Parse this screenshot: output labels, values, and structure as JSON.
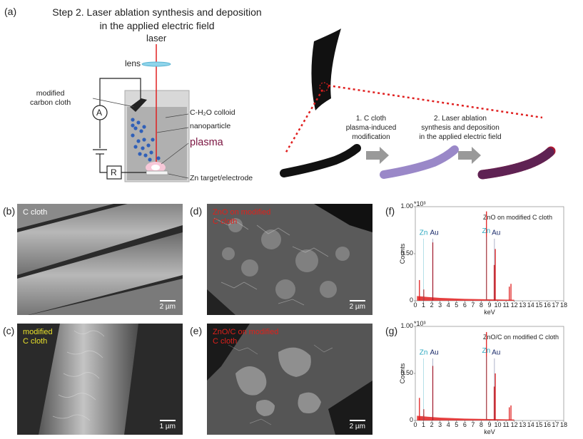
{
  "panels": {
    "a": "(a)",
    "b": "(b)",
    "c": "(c)",
    "d": "(d)",
    "e": "(e)",
    "f": "(f)",
    "g": "(g)"
  },
  "schematic": {
    "title_line1": "Step 2. Laser ablation synthesis and deposition",
    "title_line2": "in the applied electric field",
    "laser": "laser",
    "lens": "lens",
    "modified_line1": "modified",
    "modified_line2": "carbon cloth",
    "ammeter": "A",
    "resistor": "R",
    "colloid": "C-H₂O colloid",
    "nanoparticle": "nanoparticle",
    "plasma": "plasma",
    "target": "Zn target/electrode"
  },
  "process": {
    "step1_line1": "1. C cloth",
    "step1_line2": "plasma-induced",
    "step1_line3": "modification",
    "step2_line1": "2. Laser ablation",
    "step2_line2": "synthesis and deposition",
    "step2_line3": "in the applied electric field"
  },
  "sem": {
    "b": {
      "caption_line1": "C cloth",
      "caption_line2": "",
      "scale": "2 µm",
      "caption_color": "#ffffff"
    },
    "c": {
      "caption_line1": "modified",
      "caption_line2": "C cloth",
      "scale": "1 µm",
      "caption_color": "#e8e02a"
    },
    "d": {
      "caption_line1": "ZnO on modified",
      "caption_line2": "C cloth",
      "scale": "2 µm",
      "caption_color": "#e0201a"
    },
    "e": {
      "caption_line1": "ZnO/C on modified",
      "caption_line2": "C cloth",
      "scale": "2 µm",
      "caption_color": "#e0201a"
    }
  },
  "chart_data": [
    {
      "type": "bar",
      "panel": "f",
      "title": "ZnO on modified C cloth",
      "ylabel": "Counts",
      "xlabel": "keV",
      "y_exponent": "*10³",
      "xlim": [
        0,
        18
      ],
      "ylim": [
        0,
        1.0
      ],
      "y_ticks": [
        "0",
        "0.50",
        "1.00"
      ],
      "x_ticks": [
        "0",
        "1",
        "2",
        "3",
        "4",
        "5",
        "6",
        "7",
        "8",
        "9",
        "10",
        "11",
        "12",
        "13",
        "14",
        "15",
        "16",
        "17",
        "18"
      ],
      "peaks": [
        {
          "x": 0.5,
          "y": 0.22
        },
        {
          "x": 1.0,
          "y": 0.05
        },
        {
          "x": 1.02,
          "y": 0.12
        },
        {
          "x": 2.12,
          "y": 0.62
        },
        {
          "x": 8.63,
          "y": 0.95
        },
        {
          "x": 9.57,
          "y": 0.38
        },
        {
          "x": 9.7,
          "y": 0.55
        },
        {
          "x": 11.4,
          "y": 0.15
        },
        {
          "x": 11.6,
          "y": 0.18
        }
      ],
      "element_labels": [
        {
          "text": "Zn",
          "x": 1.0,
          "y": 0.7,
          "color": "#2aa8c0"
        },
        {
          "text": "Au",
          "x": 2.3,
          "y": 0.7,
          "color": "#1a2a6a"
        },
        {
          "text": "Zn",
          "x": 8.6,
          "y": 0.72,
          "color": "#2aa8c0"
        },
        {
          "text": "Au",
          "x": 9.8,
          "y": 0.7,
          "color": "#1a2a6a"
        }
      ]
    },
    {
      "type": "bar",
      "panel": "g",
      "title": "ZnO/C on modified C cloth",
      "ylabel": "Counts",
      "xlabel": "keV",
      "y_exponent": "*10³",
      "xlim": [
        0,
        18
      ],
      "ylim": [
        0,
        1.0
      ],
      "y_ticks": [
        "0",
        "0.50",
        "1.00"
      ],
      "x_ticks": [
        "0",
        "1",
        "2",
        "3",
        "4",
        "5",
        "6",
        "7",
        "8",
        "9",
        "10",
        "11",
        "12",
        "13",
        "14",
        "15",
        "16",
        "17",
        "18"
      ],
      "peaks": [
        {
          "x": 0.5,
          "y": 0.24
        },
        {
          "x": 1.0,
          "y": 0.06
        },
        {
          "x": 1.02,
          "y": 0.12
        },
        {
          "x": 2.12,
          "y": 0.58
        },
        {
          "x": 8.63,
          "y": 0.94
        },
        {
          "x": 9.57,
          "y": 0.36
        },
        {
          "x": 9.7,
          "y": 0.5
        },
        {
          "x": 11.4,
          "y": 0.14
        },
        {
          "x": 11.6,
          "y": 0.16
        }
      ],
      "element_labels": [
        {
          "text": "Zn",
          "x": 1.0,
          "y": 0.7,
          "color": "#2aa8c0"
        },
        {
          "text": "Au",
          "x": 2.3,
          "y": 0.7,
          "color": "#1a2a6a"
        },
        {
          "text": "Zn",
          "x": 8.6,
          "y": 0.72,
          "color": "#2aa8c0"
        },
        {
          "text": "Au",
          "x": 9.8,
          "y": 0.7,
          "color": "#1a2a6a"
        }
      ]
    }
  ]
}
